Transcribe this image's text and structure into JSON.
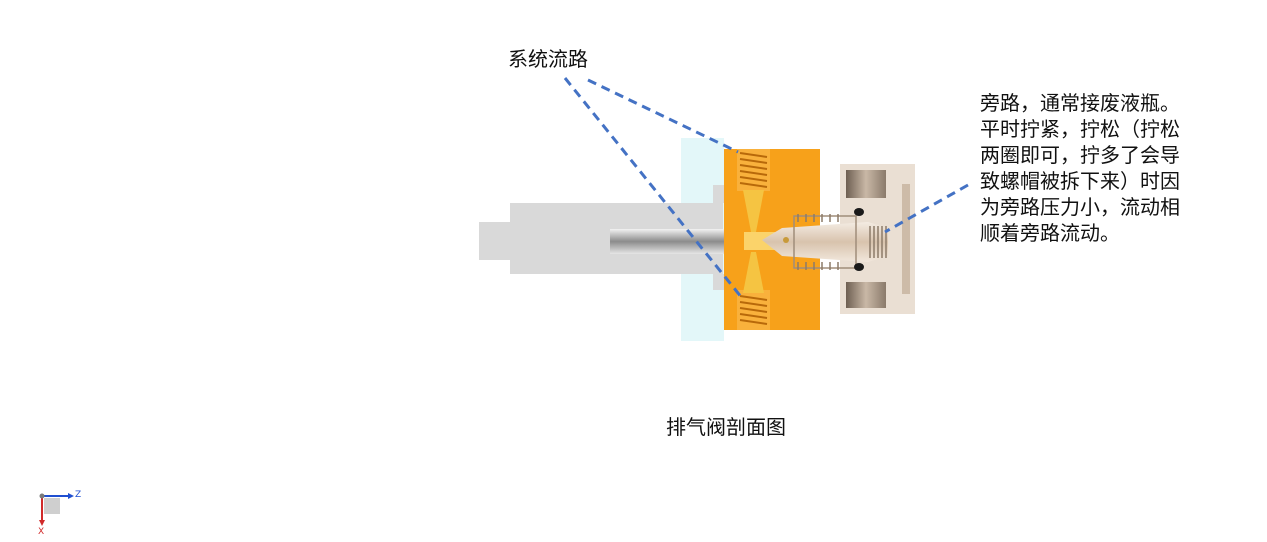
{
  "labels": {
    "system_flow": "系统流路",
    "caption": "排气阀剖面图",
    "bypass_note_lines": [
      "旁路，通常接废液瓶。",
      "平时拧紧，拧松（拧松",
      "两圈即可，拧多了会导",
      "致螺帽被拆下来）时因",
      "为旁路压力小，流动相",
      "顺着旁路流动。"
    ]
  },
  "axis_triad": {
    "z_label": "Z",
    "x_label": "X"
  },
  "colors": {
    "valve_body": "#f7a11a",
    "spring": "#c9780c",
    "housing_gray": "#d9d9d9",
    "plate_cyan": "#e3f7f9",
    "nut_beige": "#eadfd3",
    "leader_dash": "#4472c4",
    "axis_blue": "#1f4fd1",
    "axis_red": "#d12a2a"
  }
}
